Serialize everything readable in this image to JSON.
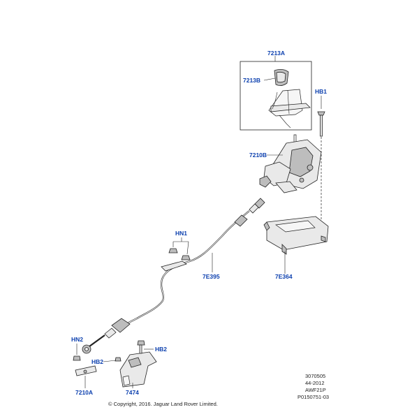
{
  "labels": {
    "l_7213A": "7213A",
    "l_7213B": "7213B",
    "l_HB1": "HB1",
    "l_7210B": "7210B",
    "l_HN1": "HN1",
    "l_7E395": "7E395",
    "l_7E364": "7E364",
    "l_HN2": "HN2",
    "l_HB2_left": "HB2",
    "l_HB2_right": "HB2",
    "l_7210A": "7210A",
    "l_7474": "7474"
  },
  "codes": {
    "line1": "3070505",
    "line2": "44-2012",
    "line3": "AWF21P",
    "line4": "P0150751-03"
  },
  "copyright": "© Copyright, 2016. Jaguar Land Rover Limited.",
  "colors": {
    "label_blue": "#0b3fae",
    "line": "#222222"
  }
}
